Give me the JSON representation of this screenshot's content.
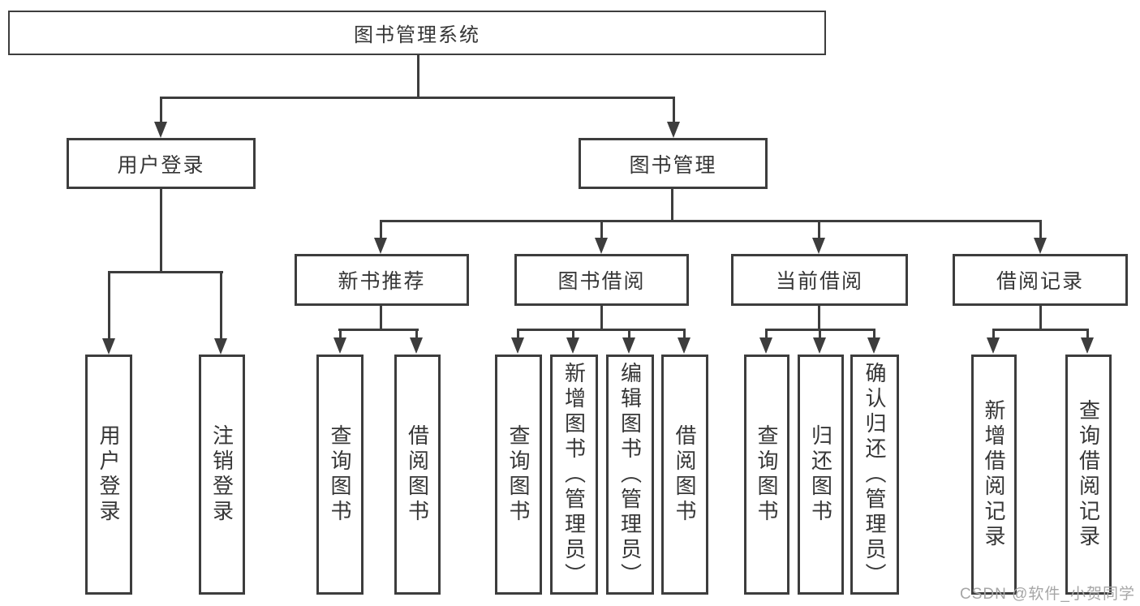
{
  "tree": {
    "root": "图书管理系统",
    "branches": [
      {
        "label": "用户登录",
        "children": [
          "用户登录",
          "注销登录"
        ]
      },
      {
        "label": "图书管理",
        "children": [
          {
            "label": "新书推荐",
            "children": [
              "查询图书",
              "借阅图书"
            ]
          },
          {
            "label": "图书借阅",
            "children": [
              "查询图书",
              "新增图书（管理员）",
              "编辑图书（管理员）",
              "借阅图书"
            ]
          },
          {
            "label": "当前借阅",
            "children": [
              "查询图书",
              "归还图书",
              "确认归还（管理员）"
            ]
          },
          {
            "label": "借阅记录",
            "children": [
              "新增借阅记录",
              "查询借阅记录"
            ]
          }
        ]
      }
    ]
  },
  "watermark": "CSDN @软件_小贺同学",
  "colors": {
    "line": "#3d3d3d",
    "text": "#363636",
    "watermark": "#a6a6a6",
    "background": "#ffffff"
  }
}
